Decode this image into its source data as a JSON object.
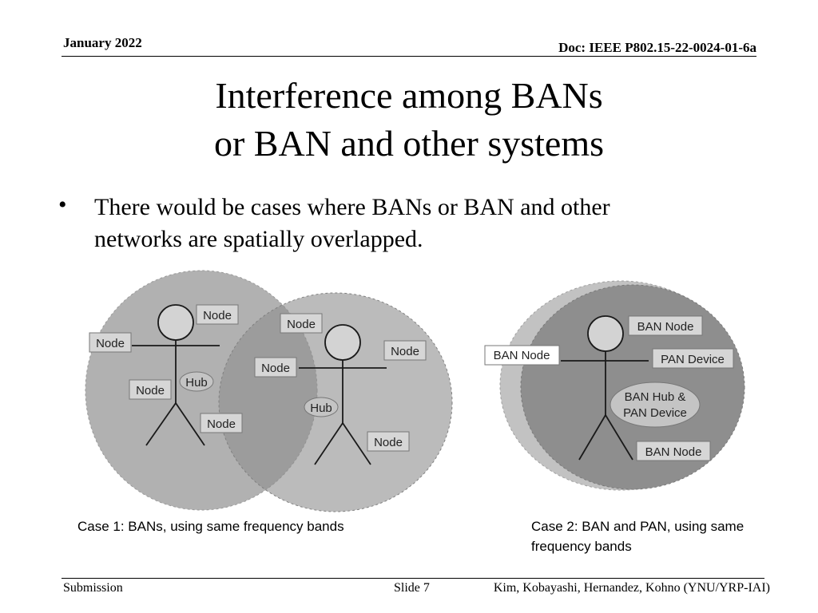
{
  "header": {
    "date": "January 2022",
    "doc": "Doc: IEEE P802.15-22-0024-01-6a"
  },
  "title": {
    "line1": "Interference among BANs",
    "line2": "or BAN and other systems"
  },
  "bullet": {
    "marker": "•",
    "text": "There would be cases where BANs or BAN and other networks are spatially overlapped."
  },
  "diagram": {
    "case1": {
      "labels": {
        "node": "Node",
        "hub": "Hub"
      },
      "caption": "Case 1: BANs, using same frequency bands"
    },
    "case2": {
      "labels": {
        "ban_node": "BAN Node",
        "pan_device": "PAN Device",
        "hub_line1": "BAN Hub &",
        "hub_line2": "PAN Device"
      },
      "caption": "Case 2: BAN and PAN, using same frequency bands"
    }
  },
  "footer": {
    "left": "Submission",
    "slide": "Slide 7",
    "authors": "Kim, Kobayashi, Hernandez, Kohno (YNU/YRP-IAI)"
  }
}
